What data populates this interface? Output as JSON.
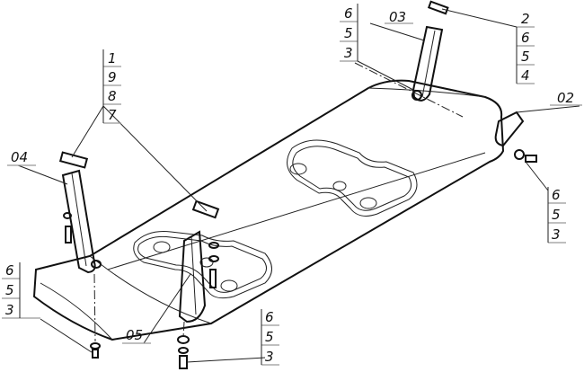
{
  "labels": {
    "part_03": "03",
    "part_02": "02",
    "part_04": "04",
    "part_05": "05",
    "stack_top_center": [
      "6",
      "5",
      "3"
    ],
    "stack_top_right": [
      "2",
      "6",
      "5",
      "4"
    ],
    "stack_left": [
      "1",
      "9",
      "8",
      "7"
    ],
    "stack_right": [
      "6",
      "5",
      "3"
    ],
    "stack_bottom_left": [
      "6",
      "5",
      "3"
    ],
    "stack_bottom_center": [
      "6",
      "5",
      "3"
    ]
  }
}
